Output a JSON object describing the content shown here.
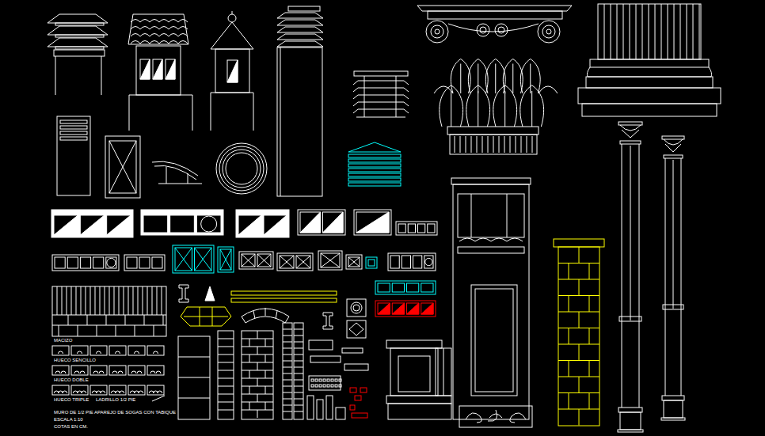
{
  "diagram": {
    "labels": [
      "MACIZO",
      "HUECO SENCILLO",
      "HUECO DOBLE",
      "HUECO TRIPLE",
      "LADRILLO 1/2 PIE",
      "MURO DE 1/2 PIE APAREJO DE SOGAS CON TABIQUE",
      "ESCALA 1:10",
      "COTAS EN CM."
    ]
  }
}
